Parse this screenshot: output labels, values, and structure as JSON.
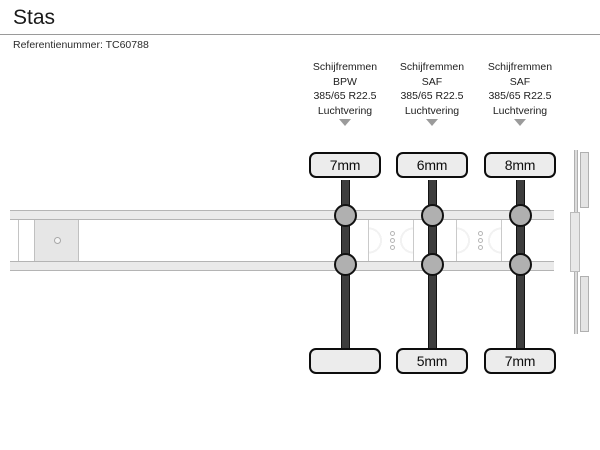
{
  "header": {
    "title": "Stas",
    "reference_label": "Referentienummer:",
    "reference_value": "TC60788",
    "reference_line": "Referentienummer: TC60788",
    "divider_color": "#9a9a9a"
  },
  "diagram": {
    "type": "trailer-axle-diagram",
    "vehicle_make": "Stas",
    "axle_count": 3,
    "colors": {
      "axle_bar": "#3d3d3d",
      "wheel_hub": "#b0b0b0",
      "chassis_rail": "#eaeaea",
      "callout_box": "#ececec",
      "callout_border": "#0d0d0d",
      "arrow_marker": "#9b9b9b"
    },
    "front": {
      "kingpin_name": "kingpin-plate"
    },
    "rear": {
      "post_name": "rear-post",
      "flap_count": 2
    },
    "axles": [
      {
        "id": "axle-1",
        "brake_type": "Schijfremmen",
        "brand": "BPW",
        "tyre_size": "385/65 R22.5",
        "suspension": "Luchtvering",
        "marker": "arrow-down",
        "tread_top": "7mm",
        "tread_bottom": ""
      },
      {
        "id": "axle-2",
        "brake_type": "Schijfremmen",
        "brand": "SAF",
        "tyre_size": "385/65 R22.5",
        "suspension": "Luchtvering",
        "marker": "arrow-down",
        "tread_top": "6mm",
        "tread_bottom": "5mm"
      },
      {
        "id": "axle-3",
        "brake_type": "Schijfremmen",
        "brand": "SAF",
        "tyre_size": "385/65 R22.5",
        "suspension": "Luchtvering",
        "marker": "arrow-down",
        "tread_top": "8mm",
        "tread_bottom": "7mm"
      }
    ]
  }
}
